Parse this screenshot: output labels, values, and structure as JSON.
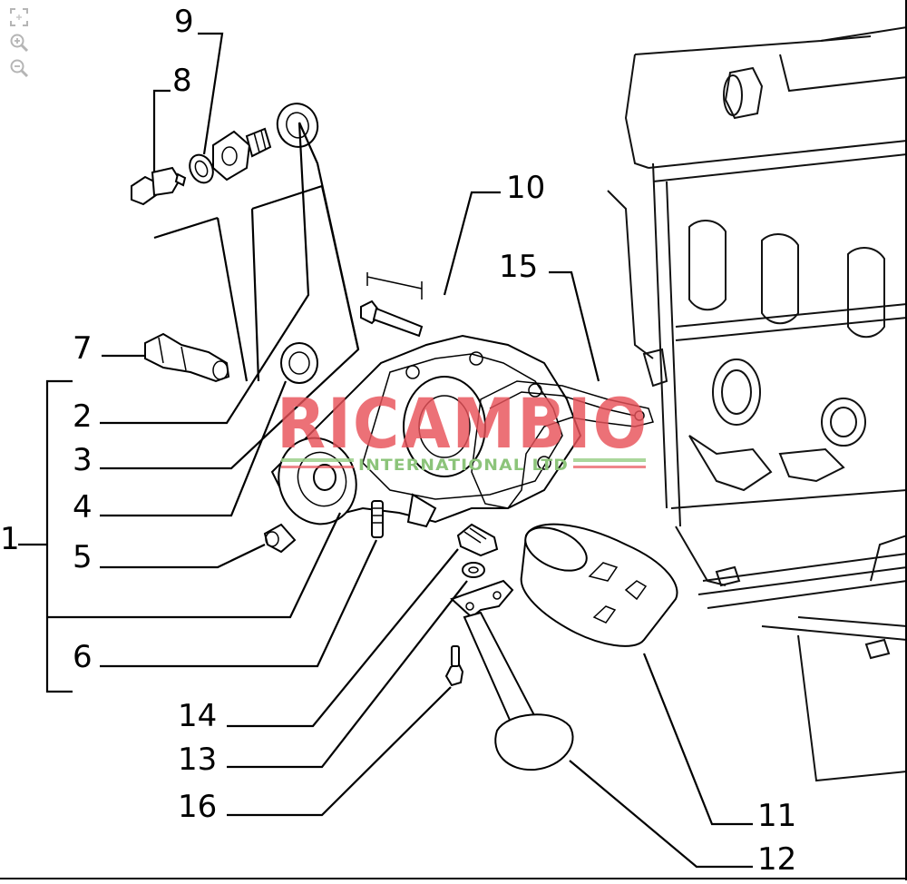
{
  "viewer": {
    "tools": [
      {
        "name": "fit-to-window",
        "icon": "fit-window-icon"
      },
      {
        "name": "zoom-in",
        "icon": "zoom-in-icon"
      },
      {
        "name": "zoom-out",
        "icon": "zoom-out-icon"
      }
    ]
  },
  "watermark": {
    "main": "RICAMBIO",
    "sub": "INTERNATIONAL LTD",
    "main_color": "#e8525a",
    "sub_color": "#8cc47a"
  },
  "callouts": {
    "c1": "1",
    "c2": "2",
    "c3": "3",
    "c4": "4",
    "c5": "5",
    "c6": "6",
    "c7": "7",
    "c8": "8",
    "c9": "9",
    "c10": "10",
    "c11": "11",
    "c12": "12",
    "c13": "13",
    "c14": "14",
    "c15": "15",
    "c16": "16"
  }
}
